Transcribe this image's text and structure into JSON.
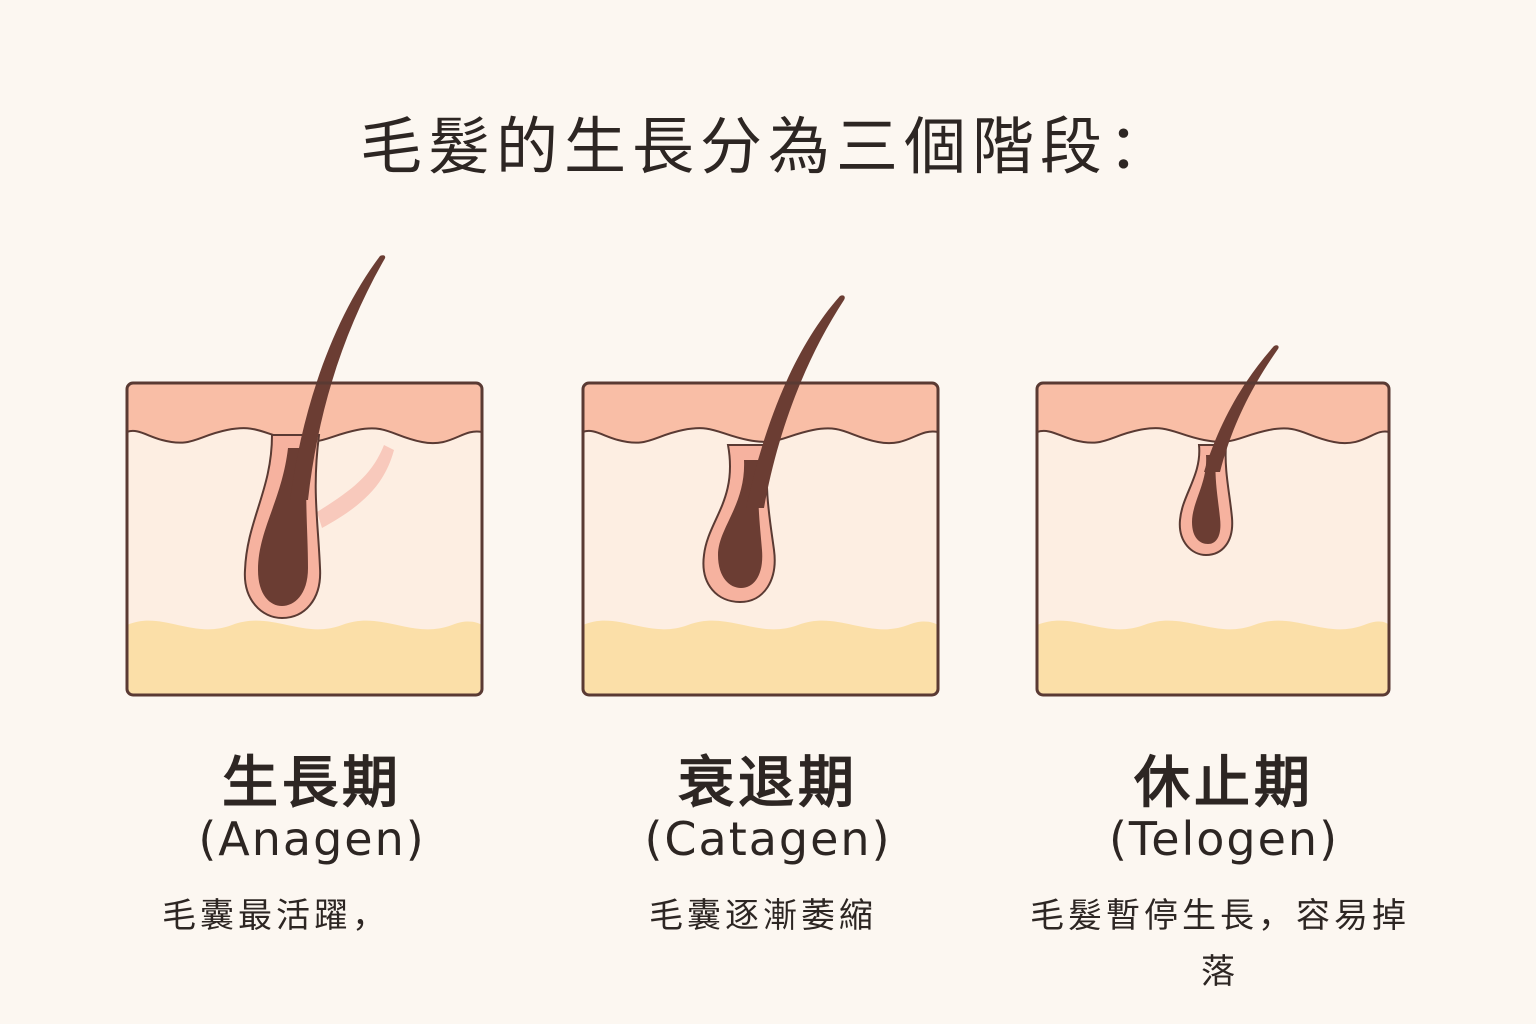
{
  "title": "毛髮的生長分為三個階段：",
  "colors": {
    "background": "#fcf7f1",
    "epidermis": "#f9bea6",
    "dermis": "#fdeee2",
    "fat_layer": "#fbdfa8",
    "outline": "#5a3a33",
    "hair": "#6b3d33",
    "follicle": "#f6b29f",
    "gland": "#f8c9bc"
  },
  "stages": [
    {
      "name_zh": "生長期",
      "name_en": "(Anagen)",
      "description": "毛囊最活躍，",
      "icons": [
        "skin-layers",
        "hair-shaft",
        "hair-follicle",
        "sebaceous-gland"
      ]
    },
    {
      "name_zh": "衰退期",
      "name_en": "(Catagen)",
      "description": "毛囊逐漸萎縮",
      "icons": [
        "skin-layers",
        "hair-shaft",
        "hair-follicle"
      ]
    },
    {
      "name_zh": "休止期",
      "name_en": "(Telogen)",
      "description": "毛髮暫停生長，容易掉落",
      "icons": [
        "skin-layers",
        "hair-shaft",
        "hair-follicle"
      ]
    }
  ]
}
